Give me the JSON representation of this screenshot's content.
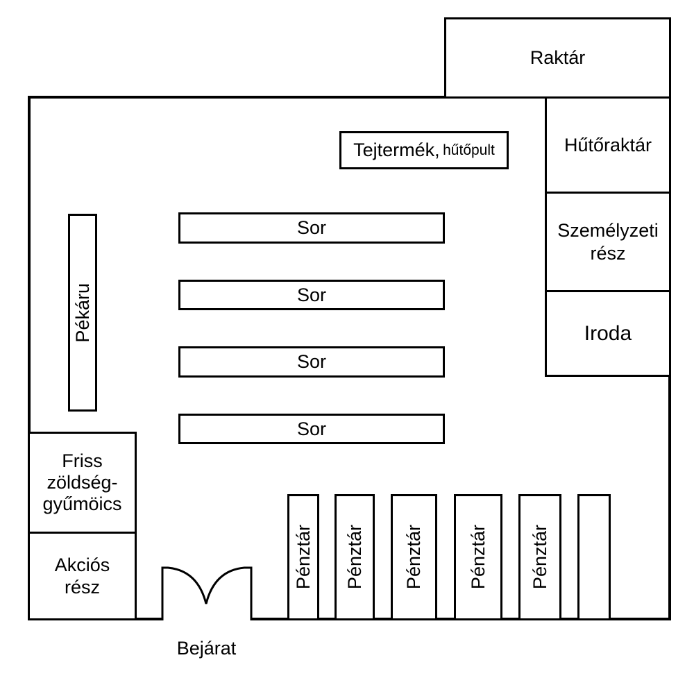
{
  "plan": {
    "storage": "Raktár",
    "dairy": {
      "main": "Tejtermék,",
      "sub": "hűtőpult"
    },
    "cold_storage": "Hűtőraktár",
    "staff_area": "Személyzeti\nrész",
    "office": "Iroda",
    "bakery": "Pékáru",
    "aisles": [
      "Sor",
      "Sor",
      "Sor",
      "Sor"
    ],
    "produce": "Friss\nzöldség-\ngyűmöics",
    "sale_area": "Akciós\nrész",
    "entrance": "Bejárat",
    "checkouts": [
      "Pénztár",
      "Pénztár",
      "Pénztár",
      "Pénztár",
      "Pénztár",
      ""
    ]
  }
}
